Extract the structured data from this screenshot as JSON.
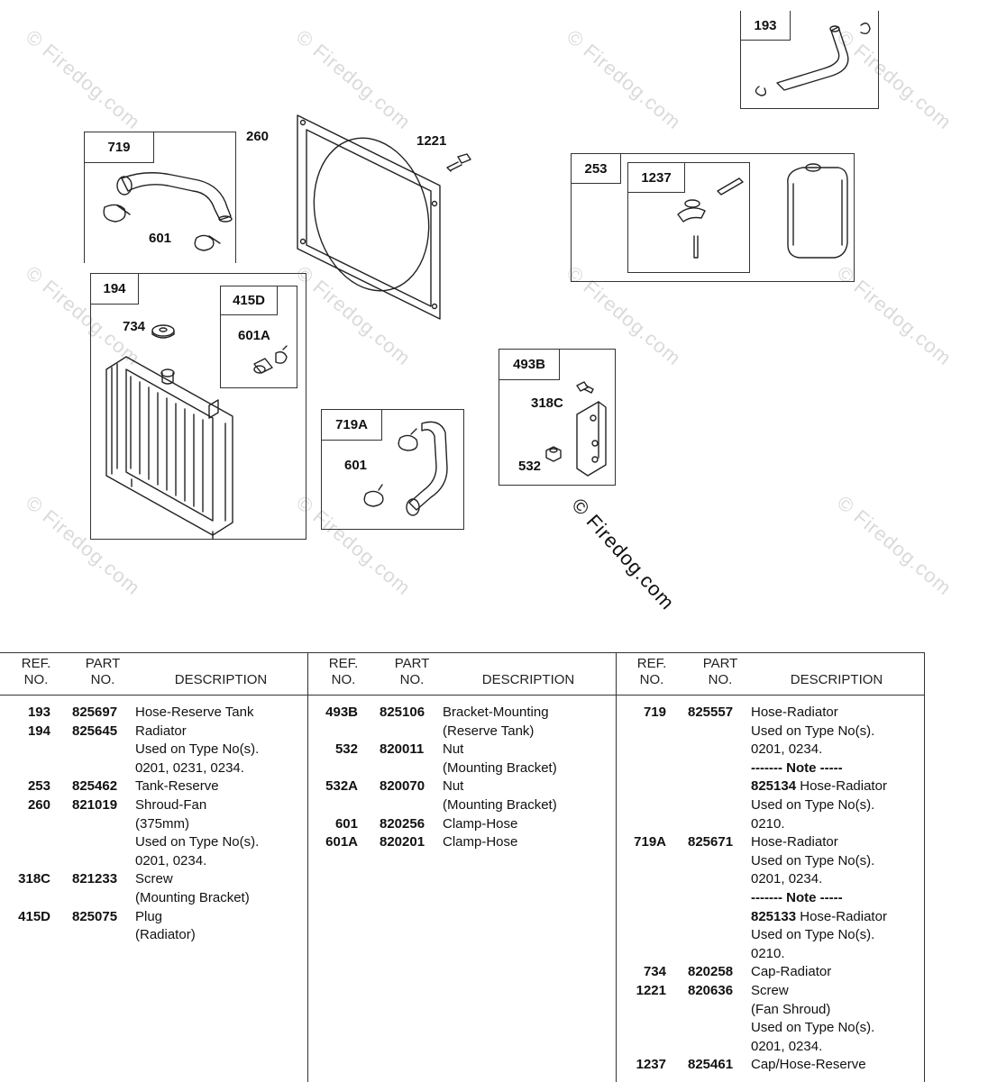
{
  "diagram": {
    "boxes": [
      {
        "tag": "193"
      },
      {
        "tag": "719"
      },
      {
        "tag": "253"
      },
      {
        "tag": "1237"
      },
      {
        "tag": "194"
      },
      {
        "tag": "415D"
      },
      {
        "tag": "719A"
      },
      {
        "tag": "493B"
      }
    ],
    "labels": [
      "260",
      "1221",
      "601",
      "734",
      "601A",
      "601",
      "318C",
      "532"
    ],
    "watermark_main": "© Firedog.com",
    "watermark": "© Firedog.com"
  },
  "table": {
    "headers": {
      "ref": [
        "REF.",
        "NO."
      ],
      "part": [
        "PART",
        "NO."
      ],
      "desc": "DESCRIPTION"
    },
    "columns": [
      [
        {
          "ref": "193",
          "part": "825697",
          "desc": "Hose-Reserve Tank"
        },
        {
          "ref": "194",
          "part": "825645",
          "desc": "Radiator"
        },
        {
          "ref": "",
          "part": "",
          "desc": "Used on Type No(s)."
        },
        {
          "ref": "",
          "part": "",
          "desc": "0201, 0231, 0234."
        },
        {
          "ref": "253",
          "part": "825462",
          "desc": "Tank-Reserve"
        },
        {
          "ref": "260",
          "part": "821019",
          "desc": "Shroud-Fan"
        },
        {
          "ref": "",
          "part": "",
          "desc": "(375mm)"
        },
        {
          "ref": "",
          "part": "",
          "desc": "Used on Type No(s)."
        },
        {
          "ref": "",
          "part": "",
          "desc": "0201, 0234."
        },
        {
          "ref": "318C",
          "part": "821233",
          "desc": "Screw"
        },
        {
          "ref": "",
          "part": "",
          "desc": "(Mounting Bracket)"
        },
        {
          "ref": "415D",
          "part": "825075",
          "desc": "Plug"
        },
        {
          "ref": "",
          "part": "",
          "desc": "(Radiator)"
        }
      ],
      [
        {
          "ref": "493B",
          "part": "825106",
          "desc": "Bracket-Mounting"
        },
        {
          "ref": "",
          "part": "",
          "desc": "(Reserve Tank)"
        },
        {
          "ref": "532",
          "part": "820011",
          "desc": "Nut"
        },
        {
          "ref": "",
          "part": "",
          "desc": "(Mounting Bracket)"
        },
        {
          "ref": "532A",
          "part": "820070",
          "desc": "Nut"
        },
        {
          "ref": "",
          "part": "",
          "desc": "(Mounting Bracket)"
        },
        {
          "ref": "601",
          "part": "820256",
          "desc": "Clamp-Hose"
        },
        {
          "ref": "601A",
          "part": "820201",
          "desc": "Clamp-Hose"
        }
      ],
      [
        {
          "ref": "719",
          "part": "825557",
          "desc": "Hose-Radiator"
        },
        {
          "ref": "",
          "part": "",
          "desc": "Used on Type No(s)."
        },
        {
          "ref": "",
          "part": "",
          "desc": "0201, 0234."
        },
        {
          "ref": "",
          "part": "",
          "desc": "------- Note -----",
          "bold": true
        },
        {
          "ref": "",
          "part": "",
          "desc_bold": "825134",
          "desc": " Hose-Radiator"
        },
        {
          "ref": "",
          "part": "",
          "desc": "Used on Type No(s)."
        },
        {
          "ref": "",
          "part": "",
          "desc": "0210."
        },
        {
          "ref": "719A",
          "part": "825671",
          "desc": "Hose-Radiator"
        },
        {
          "ref": "",
          "part": "",
          "desc": "Used on Type No(s)."
        },
        {
          "ref": "",
          "part": "",
          "desc": "0201, 0234."
        },
        {
          "ref": "",
          "part": "",
          "desc": "------- Note -----",
          "bold": true
        },
        {
          "ref": "",
          "part": "",
          "desc_bold": "825133",
          "desc": " Hose-Radiator"
        },
        {
          "ref": "",
          "part": "",
          "desc": "Used on Type No(s)."
        },
        {
          "ref": "",
          "part": "",
          "desc": "0210."
        },
        {
          "ref": "734",
          "part": "820258",
          "desc": "Cap-Radiator"
        },
        {
          "ref": "1221",
          "part": "820636",
          "desc": "Screw"
        },
        {
          "ref": "",
          "part": "",
          "desc": "(Fan Shroud)"
        },
        {
          "ref": "",
          "part": "",
          "desc": "Used on Type No(s)."
        },
        {
          "ref": "",
          "part": "",
          "desc": "0201, 0234."
        },
        {
          "ref": "1237",
          "part": "825461",
          "desc": "Cap/Hose-Reserve"
        }
      ]
    ]
  }
}
